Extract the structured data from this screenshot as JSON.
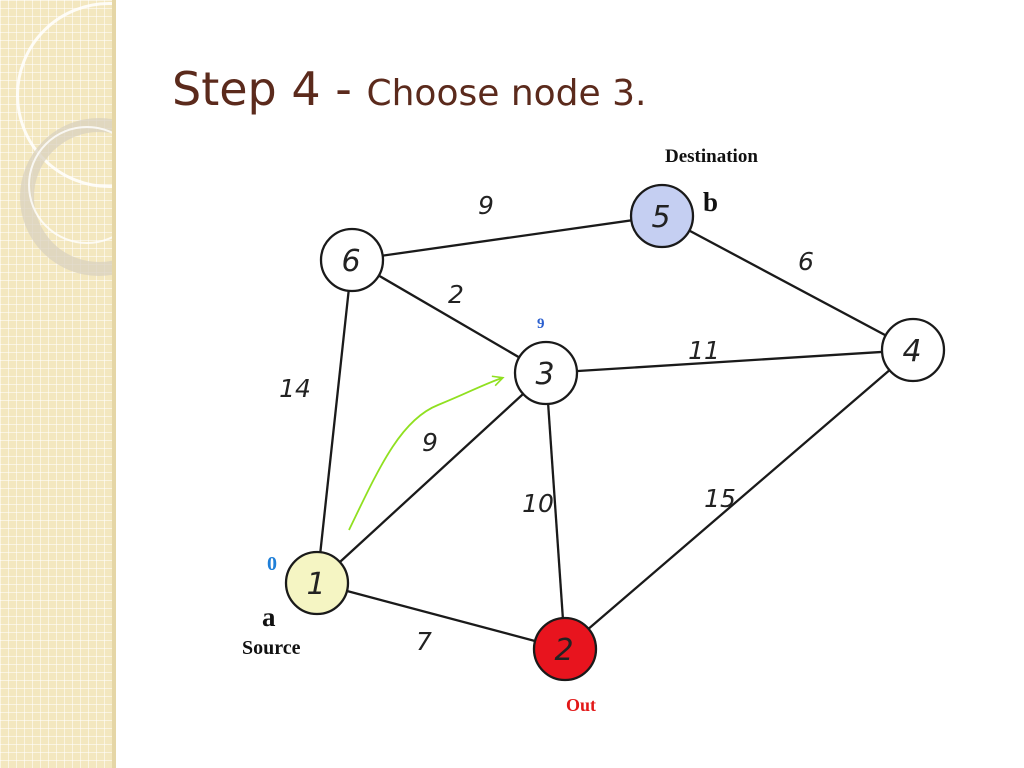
{
  "slide": {
    "title_main": "Step 4 - ",
    "title_sub": "Choose node 3."
  },
  "graph": {
    "nodes": [
      {
        "id": "1",
        "label": "1",
        "fill": "#f5f5c3"
      },
      {
        "id": "2",
        "label": "2",
        "fill": "#e8141e"
      },
      {
        "id": "3",
        "label": "3",
        "fill": "#ffffff"
      },
      {
        "id": "4",
        "label": "4",
        "fill": "#ffffff"
      },
      {
        "id": "5",
        "label": "5",
        "fill": "#c5cff2"
      },
      {
        "id": "6",
        "label": "6",
        "fill": "#ffffff"
      }
    ],
    "edges": [
      {
        "from": "6",
        "to": "5",
        "weight": "9"
      },
      {
        "from": "6",
        "to": "3",
        "weight": "2"
      },
      {
        "from": "6",
        "to": "1",
        "weight": "14"
      },
      {
        "from": "5",
        "to": "4",
        "weight": "6"
      },
      {
        "from": "3",
        "to": "4",
        "weight": "11"
      },
      {
        "from": "1",
        "to": "3",
        "weight": "9"
      },
      {
        "from": "3",
        "to": "2",
        "weight": "10"
      },
      {
        "from": "4",
        "to": "2",
        "weight": "15"
      },
      {
        "from": "1",
        "to": "2",
        "weight": "7"
      }
    ],
    "annotations": {
      "destination": "Destination",
      "destination_letter": "b",
      "source": "Source",
      "source_letter": "a",
      "source_distance": "0",
      "node3_distance": "9",
      "out": "Out"
    },
    "colors": {
      "arrow": "#90e020",
      "distance": "#2a5fcf",
      "source_distance": "#1f7fd8",
      "out": "#e21818"
    }
  }
}
